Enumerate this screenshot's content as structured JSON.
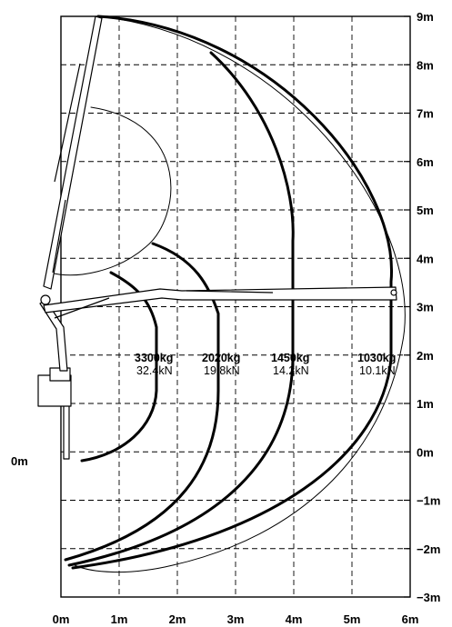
{
  "diagram": {
    "x_axis": {
      "range_m": [
        0,
        6
      ],
      "tick_labels": [
        "0m",
        "1m",
        "2m",
        "3m",
        "4m",
        "5m",
        "6m"
      ]
    },
    "y_axis": {
      "range_m": [
        -3,
        9
      ],
      "tick_labels": [
        "9m",
        "8m",
        "7m",
        "6m",
        "5m",
        "4m",
        "3m",
        "2m",
        "1m",
        "0m",
        "−1m",
        "−2m",
        "−3m"
      ]
    },
    "origin_label": "0m",
    "grid": true,
    "load_zones": [
      {
        "mass": "3300kg",
        "force": "32.4kN"
      },
      {
        "mass": "2020kg",
        "force": "19.8kN"
      },
      {
        "mass": "1450kg",
        "force": "14.2kN"
      },
      {
        "mass": "1030kg",
        "force": "10.1kN"
      }
    ]
  }
}
